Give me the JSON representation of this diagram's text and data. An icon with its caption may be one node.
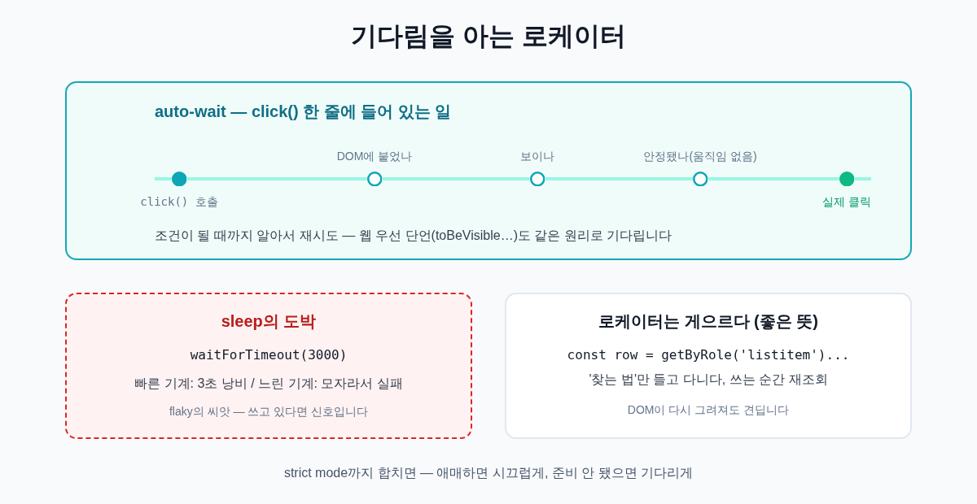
{
  "diagram": {
    "title": "기다림을 아는 로케이터",
    "caption": "strict mode까지 합치면 — 애매하면 시끄럽게, 준비 안 됐으면 기다리게",
    "nodes": [
      {
        "text": [
          "auto-wait — click() 한 줄에 들어 있는 일",
          "조건이 될 때까지 알아서 재시도 — 웹 우선 단언(toBeVisible…)도 같은 원리로 기다립니다"
        ]
      },
      {
        "text": [],
        "shape": "circle",
        "in": 0,
        "beside": [
          "click() 호출"
        ]
      },
      {
        "text": [],
        "shape": "circle",
        "in": 0,
        "beside": [
          "DOM에 붙었나"
        ]
      },
      {
        "text": [],
        "shape": "circle",
        "in": 0,
        "beside": [
          "보이나"
        ]
      },
      {
        "text": [],
        "shape": "circle",
        "in": 0,
        "beside": [
          "안정됐나(움직임 없음)"
        ]
      },
      {
        "text": [],
        "shape": "circle",
        "in": 0,
        "beside": [
          "실제 클릭"
        ]
      },
      {
        "text": [
          "sleep의 도박",
          "waitForTimeout(3000)",
          "빠른 기계: 3초 낭비 / 느린 기계: 모자라서 실패",
          "flaky의 씨앗 — 쓰고 있다면 신호입니다"
        ]
      },
      {
        "text": [
          "로케이터는 게으르다 (좋은 뜻)",
          "const row = getByRole('listitem')...",
          "'찾는 법'만 들고 다니다, 쓰는 순간 재조회",
          "DOM이 다시 그려져도 견딥니다"
        ]
      }
    ],
    "edges": [
      {
        "from": 1,
        "to": 2,
        "arrow": "none"
      },
      {
        "from": 2,
        "to": 3,
        "arrow": "none"
      },
      {
        "from": 3,
        "to": 4,
        "arrow": "none"
      },
      {
        "from": 4,
        "to": 5,
        "arrow": "none"
      }
    ]
  }
}
